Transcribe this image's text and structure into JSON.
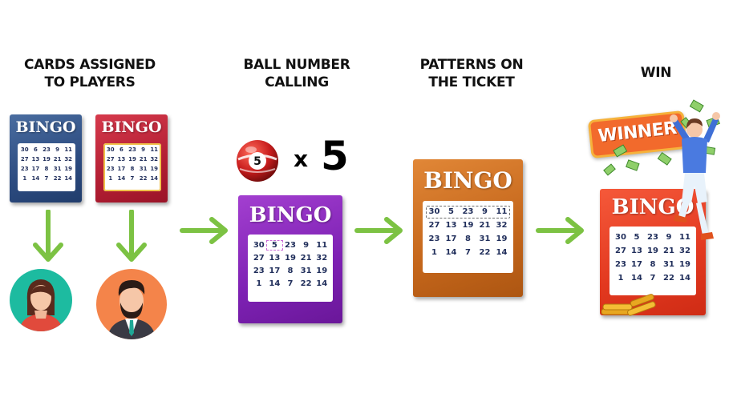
{
  "steps": [
    {
      "title_line1": "CARDS ASSIGNED",
      "title_line2": "TO PLAYERS"
    },
    {
      "title_line1": "BALL NUMBER",
      "title_line2": "CALLING"
    },
    {
      "title_line1": "PATTERNS ON",
      "title_line2": "THE TICKET"
    },
    {
      "title_line1": "WIN",
      "title_line2": ""
    }
  ],
  "card_logo": "BINGO",
  "card_numbers": [
    [
      "30",
      "6",
      "23",
      "9",
      "11"
    ],
    [
      "27",
      "13",
      "19",
      "21",
      "32"
    ],
    [
      "23",
      "17",
      "8",
      "31",
      "19"
    ],
    [
      "1",
      "14",
      "7",
      "22",
      "14"
    ]
  ],
  "feature_card_numbers": [
    [
      "30",
      "5",
      "23",
      "9",
      "11"
    ],
    [
      "27",
      "13",
      "19",
      "21",
      "32"
    ],
    [
      "23",
      "17",
      "8",
      "31",
      "19"
    ],
    [
      "1",
      "14",
      "7",
      "22",
      "14"
    ]
  ],
  "ball": {
    "number": "5",
    "multiplier_symbol": "x",
    "count": "5"
  },
  "winner_banner": "WINNER",
  "colors": {
    "arrow": "#7cc243",
    "blue_card": "#2c4b80",
    "red_card": "#b31e33",
    "purple_card": "#7d21b3",
    "orange_card": "#c4661b",
    "win_card": "#e2381f",
    "avatar_female_bg": "#1dbba0",
    "avatar_male_bg": "#f4844a"
  },
  "icons": [
    "down-arrow-icon",
    "right-arrow-icon",
    "bingo-ball-icon",
    "woman-avatar-icon",
    "man-avatar-icon",
    "winner-person-icon",
    "cash-icon",
    "coin-stack-icon"
  ]
}
